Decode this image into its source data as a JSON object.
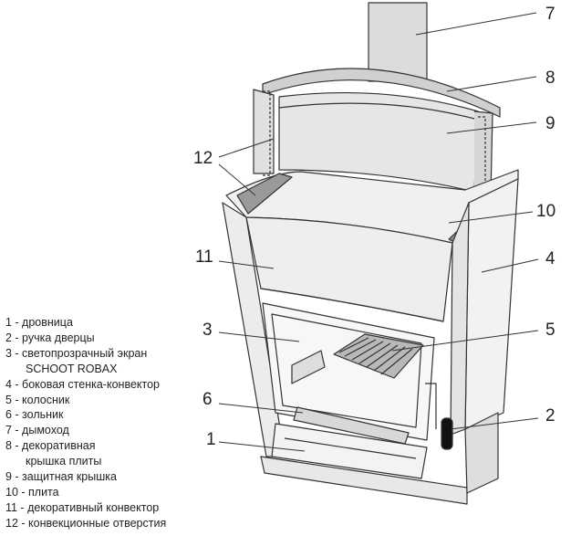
{
  "callouts": [
    {
      "num": "7"
    },
    {
      "num": "8"
    },
    {
      "num": "9"
    },
    {
      "num": "12"
    },
    {
      "num": "10"
    },
    {
      "num": "11"
    },
    {
      "num": "4"
    },
    {
      "num": "3"
    },
    {
      "num": "5"
    },
    {
      "num": "6"
    },
    {
      "num": "2"
    },
    {
      "num": "1"
    }
  ],
  "legend": [
    "1 - дровница",
    "2 - ручка дверцы",
    "3 - светопрозрачный экран",
    "SCHOOT ROBAX",
    "4 - боковая стенка-конвектор",
    "5 - колосник",
    "6 - зольник",
    "7 - дымоход",
    "8 - декоративная",
    "крышка плиты",
    "9 - защитная крышка",
    "10 - плита",
    "11 - декоративный конвектор",
    "12 - конвекционные отверстия"
  ]
}
